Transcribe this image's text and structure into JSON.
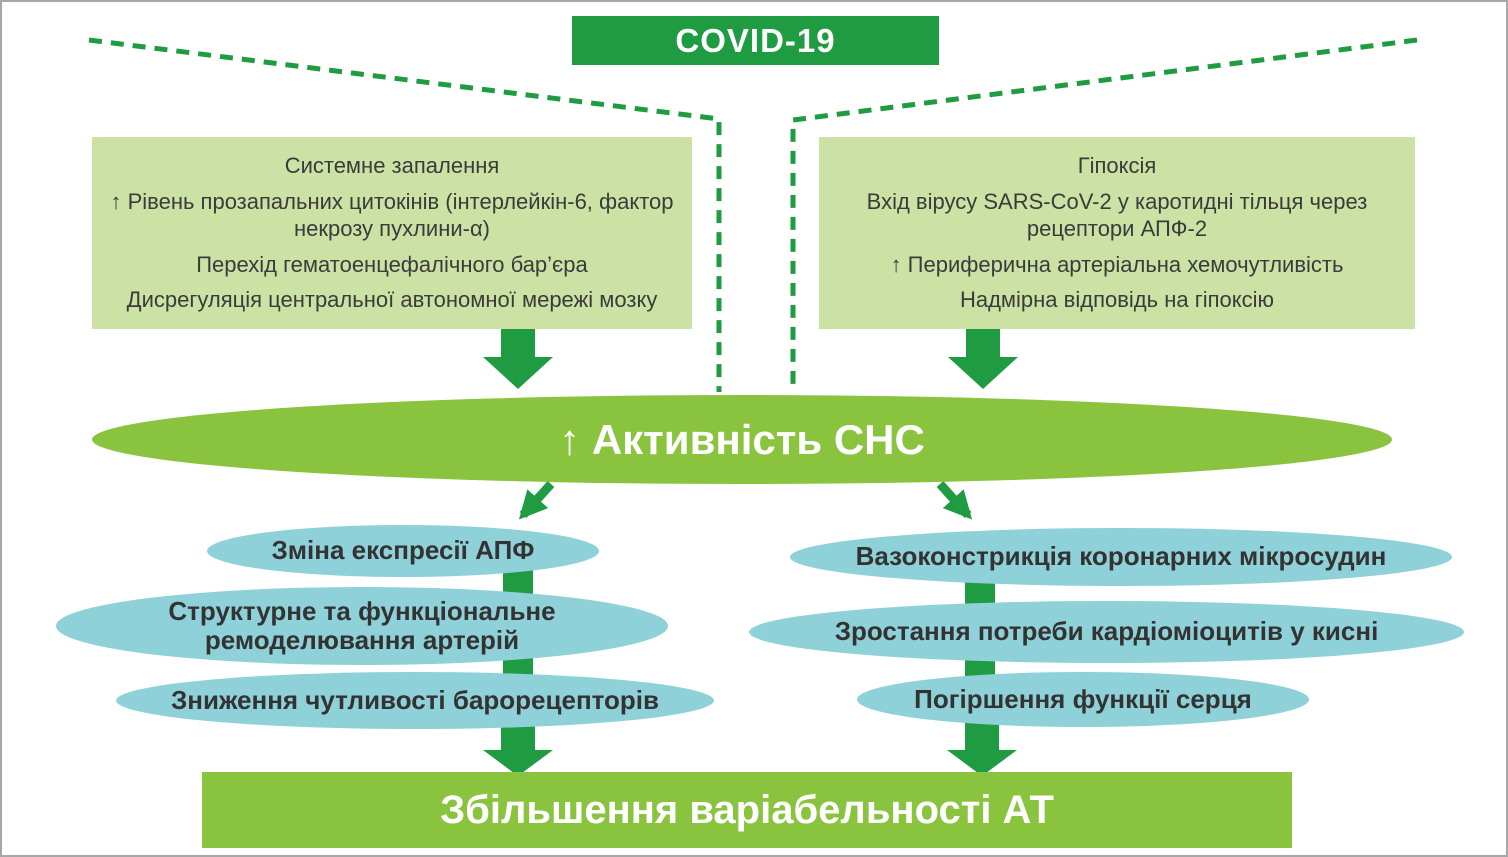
{
  "title": "COVID-19",
  "colors": {
    "dark-green": "#1f9b42",
    "light-green-box": "#cbe2a4",
    "yellow-green": "#8ac43f",
    "teal": "#8ed1d8",
    "text-dark": "#3b3b3b"
  },
  "left_box": {
    "heading": "Системне запалення",
    "lines": [
      "↑ Рівень прозапальних цитокінів (інтерлейкін-6, фактор некрозу пухлини-α)",
      "Перехід гематоенцефалічного бар’єра",
      "Дисрегуляція центральної автономної мережі мозку"
    ]
  },
  "right_box": {
    "heading": "Гіпоксія",
    "lines": [
      "Вхід вірусу SARS-CoV-2 у каротидні тільця через рецептори АПФ-2",
      "↑ Периферична артеріальна хемочутливість",
      "Надмірна відповідь на гіпоксію"
    ]
  },
  "central_ellipse": {
    "label": "↑ Активність СНС"
  },
  "left_outcomes": [
    "Зміна експресії АПФ",
    "Структурне та функціональне ремоделювання артерій",
    "Зниження чутливості барорецепторів"
  ],
  "right_outcomes": [
    "Вазоконстрикція коронарних мікросудин",
    "Зростання потреби кардіоміоцитів у кисні",
    "Погіршення функції серця"
  ],
  "bottom_box": {
    "label": "Збільшення варіабельності АТ"
  }
}
